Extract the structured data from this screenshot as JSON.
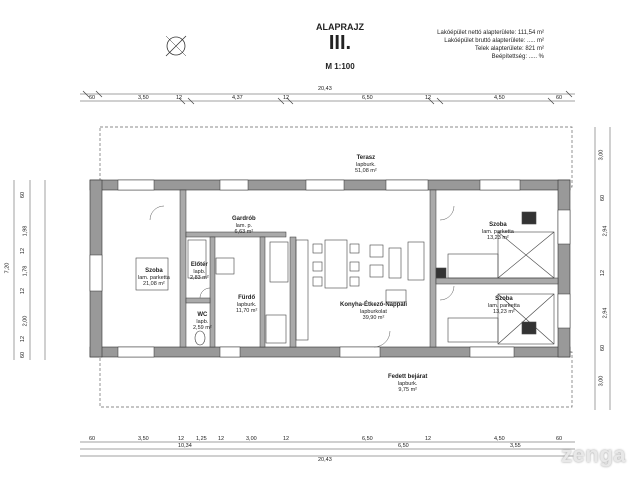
{
  "header": {
    "title": "ALAPRAJZ",
    "roman": "III.",
    "scale": "M 1:100"
  },
  "stats": [
    "Lakóépület nettó alapterülete: 111,54 m²",
    "Lakóépület bruttó alapterülete: ..... m²",
    "Telek alapterülete: 821 m²",
    "Beépítettség: ..... %"
  ],
  "rooms": {
    "terasz": {
      "name": "Terasz",
      "floor": "lapburk.",
      "area": "51,08 m²"
    },
    "gardrob": {
      "name": "Gardrób",
      "floor": "lam. p.",
      "area": "6,63 m²"
    },
    "szoba1": {
      "name": "Szoba",
      "floor": "lam. parketta",
      "area": "21,08 m²"
    },
    "eloter": {
      "name": "Előtér",
      "floor": "lapb.",
      "area": "2,83 m²"
    },
    "furdo": {
      "name": "Fürdő",
      "floor": "lapburk.",
      "area": "11,70 m²"
    },
    "wc": {
      "name": "WC",
      "floor": "lapb.",
      "area": "2,59 m²"
    },
    "nappali": {
      "name": "Konyha-Étkező-Nappali",
      "floor": "lapburkolat",
      "area": "39,90 m²"
    },
    "szoba2": {
      "name": "Szoba",
      "floor": "lam. parketta",
      "area": "13,23 m²"
    },
    "szoba3": {
      "name": "Szoba",
      "floor": "lam. parketta",
      "area": "13,23 m²"
    },
    "bejarat": {
      "name": "Fedett bejárat",
      "floor": "lapburk.",
      "area": "9,75 m²"
    }
  },
  "dims": {
    "top_total": "20,43",
    "top": [
      "60",
      "3,50",
      "12",
      "4,37",
      "12",
      "6,50",
      "12",
      "4,50",
      "60"
    ],
    "bottom": [
      "60",
      "3,50",
      "12",
      "1,25",
      "12",
      "3,00",
      "12",
      "6,50",
      "12",
      "4,50",
      "60"
    ],
    "bottom_mid": [
      "10,34",
      "6,50",
      "3,55"
    ],
    "bottom_total": "20,43",
    "left_outer": "7,20",
    "left": [
      "60",
      "1,98",
      "12",
      "1,78",
      "12",
      "2,00",
      "12",
      "60"
    ],
    "right": [
      "3,00",
      "60",
      "2,94",
      "12",
      "2,94",
      "60",
      "3,00"
    ]
  },
  "brand": "zenga"
}
